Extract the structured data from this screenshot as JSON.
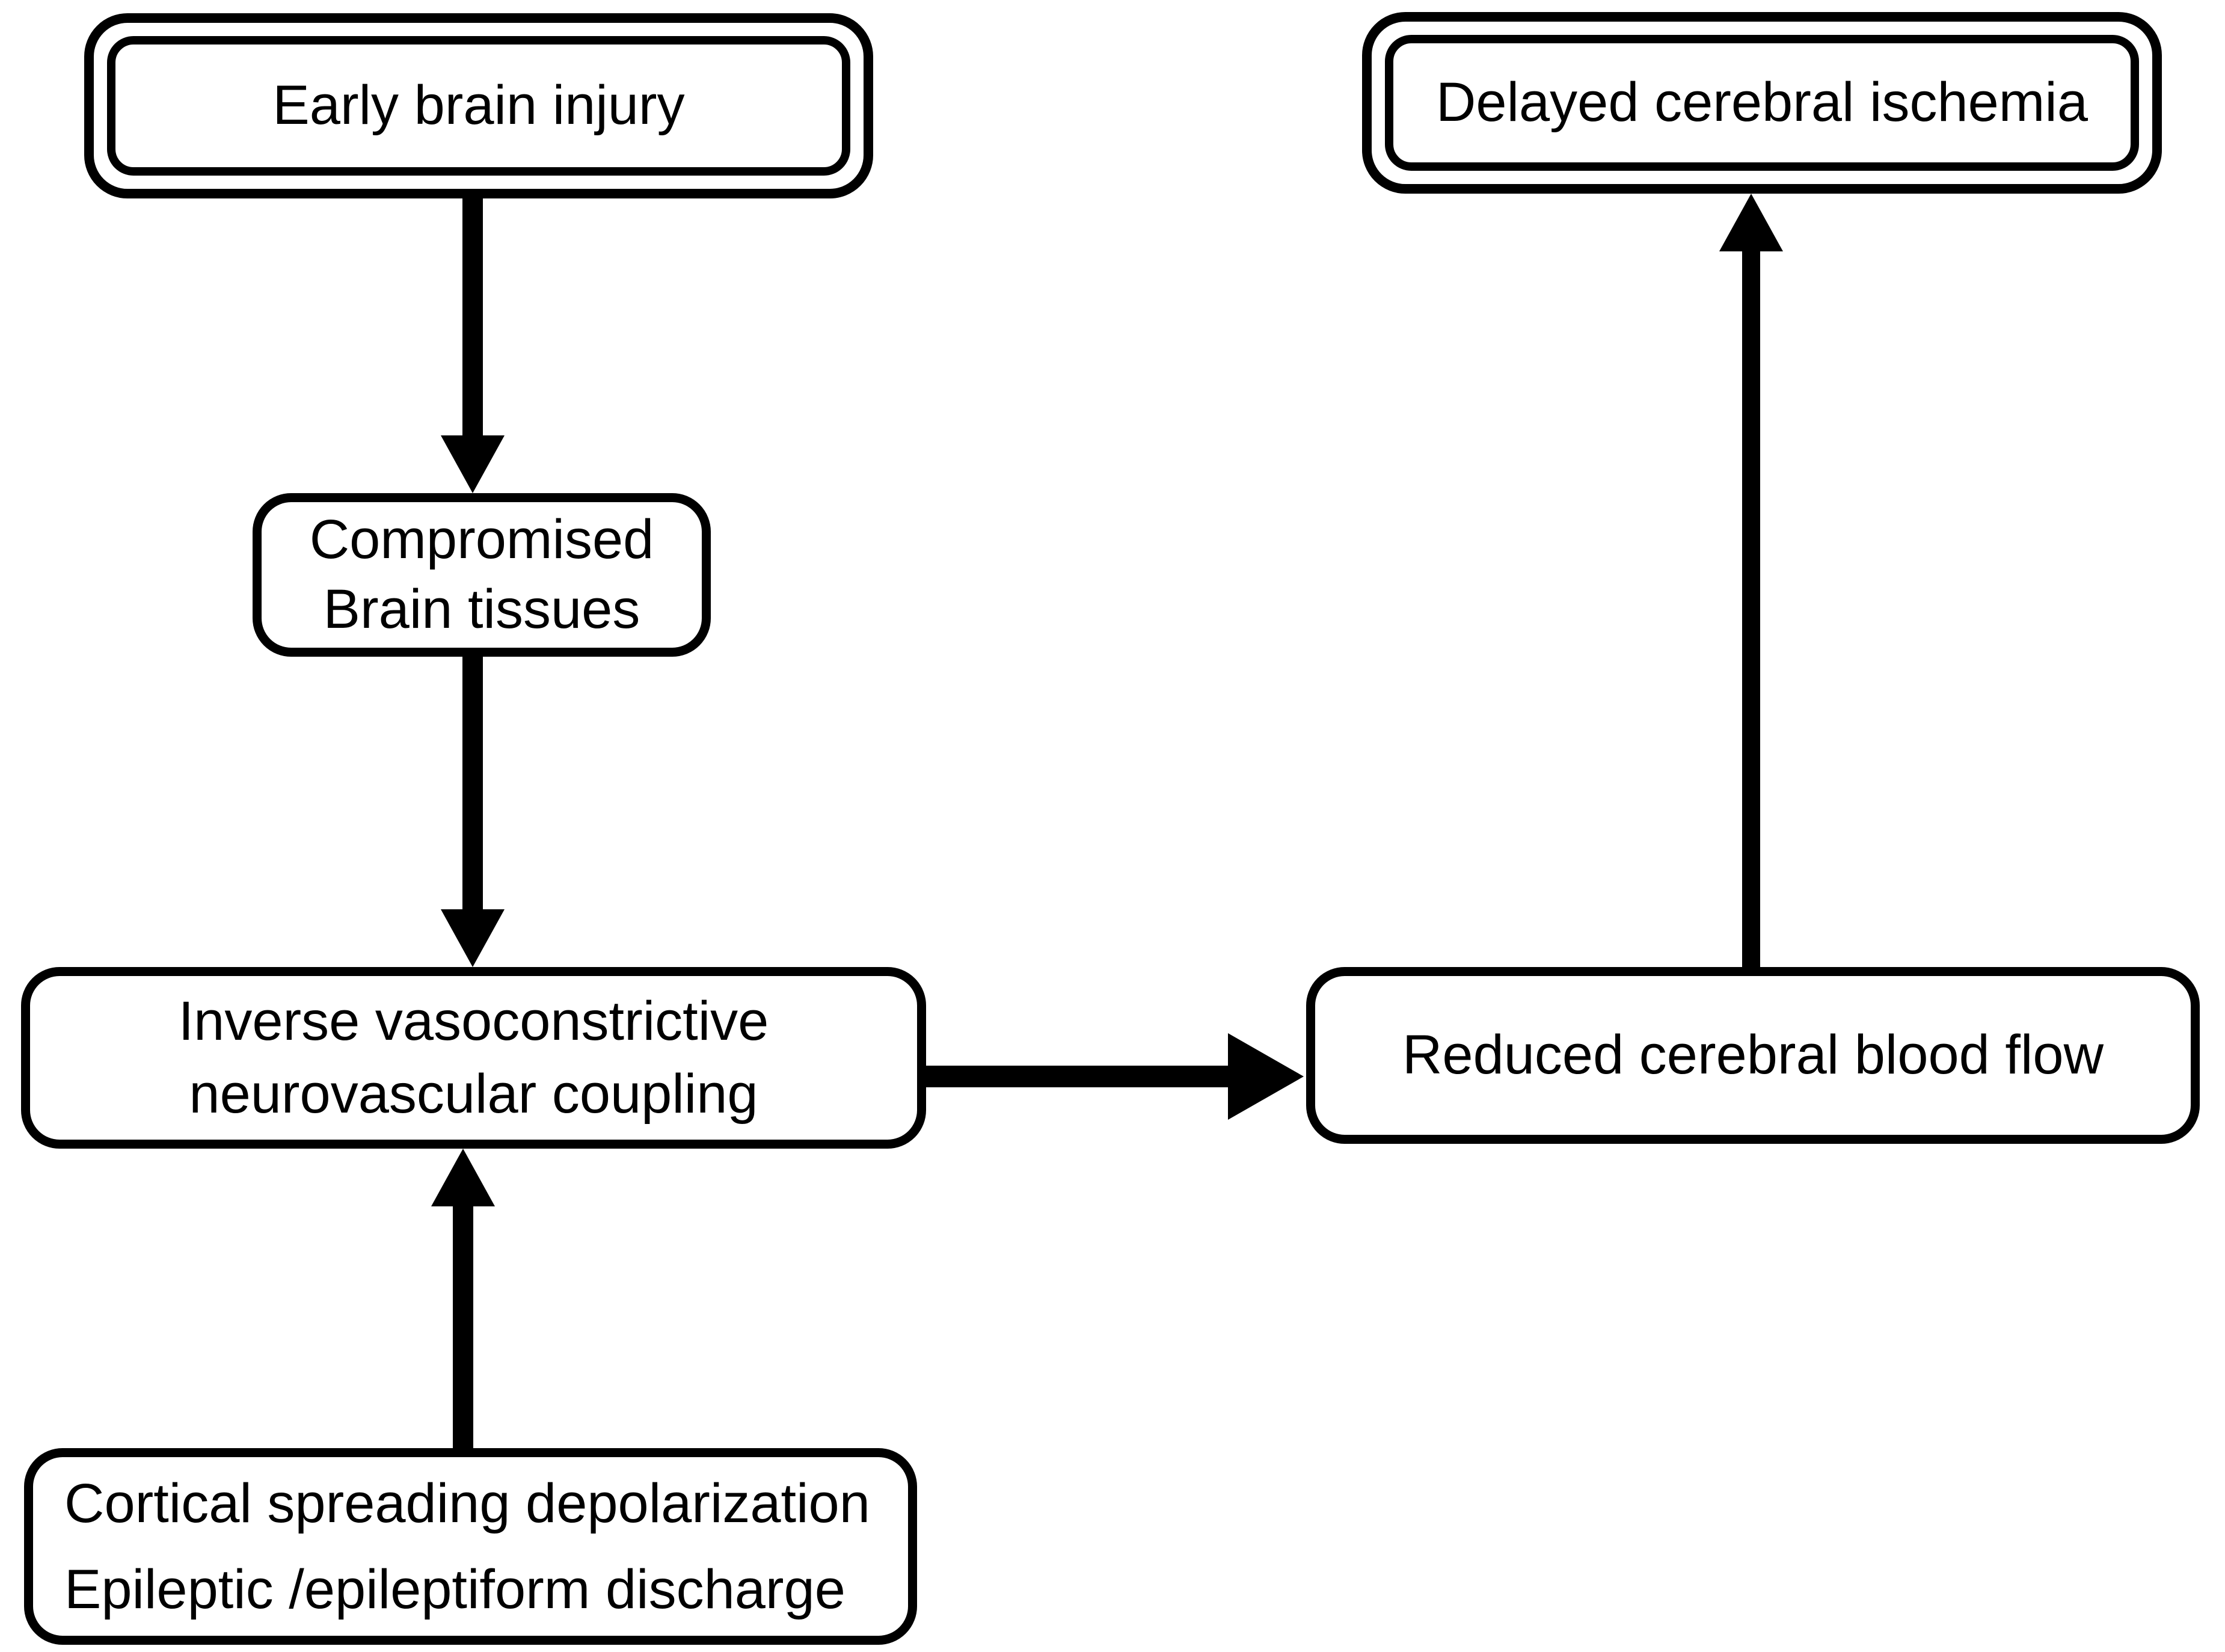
{
  "figure": {
    "type": "flowchart",
    "background_color": "#ffffff",
    "stroke_color": "#000000",
    "text_color": "#000000"
  },
  "nodes": {
    "early_brain_injury": {
      "label": "Early brain injury",
      "border": "double"
    },
    "delayed_cerebral_ischemia": {
      "label": "Delayed cerebral ischemia",
      "border": "double"
    },
    "compromised_brain_tissues": {
      "label": "Compromised\nBrain tissues",
      "border": "single"
    },
    "inverse_coupling": {
      "label": "Inverse vasoconstrictive\nneurovascular coupling",
      "border": "single"
    },
    "reduced_cerebral_blood_flow": {
      "label": "Reduced cerebral blood flow",
      "border": "single"
    },
    "cortical_spreading_depolarization": {
      "label": "Cortical spreading depolarization\nEpileptic /epileptiform discharge",
      "border": "single"
    }
  },
  "edges": [
    {
      "from": "early_brain_injury",
      "to": "compromised_brain_tissues",
      "direction": "down"
    },
    {
      "from": "compromised_brain_tissues",
      "to": "inverse_coupling",
      "direction": "down"
    },
    {
      "from": "cortical_spreading_depolarization",
      "to": "inverse_coupling",
      "direction": "up"
    },
    {
      "from": "inverse_coupling",
      "to": "reduced_cerebral_blood_flow",
      "direction": "right"
    },
    {
      "from": "reduced_cerebral_blood_flow",
      "to": "delayed_cerebral_ischemia",
      "direction": "up"
    }
  ]
}
